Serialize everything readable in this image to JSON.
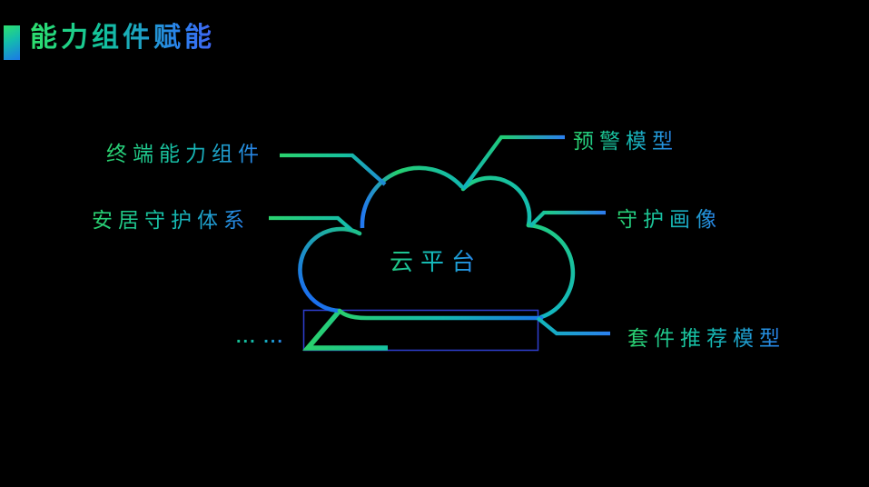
{
  "slide": {
    "title": "能力组件赋能",
    "background": "#000000"
  },
  "cloud": {
    "label": "云平台"
  },
  "labels": {
    "terminal": "终端能力组件",
    "guardSystem": "安居守护体系",
    "warningModel": "预警模型",
    "guardPortrait": "守护画像",
    "suiteModel": "套件推荐模型",
    "ellipsis": "... ..."
  },
  "colors": {
    "green": "#2bd36e",
    "teal": "#14bcae",
    "blue": "#2b7ff0",
    "boxOutline": "#2e3ecf",
    "background": "#000000"
  }
}
